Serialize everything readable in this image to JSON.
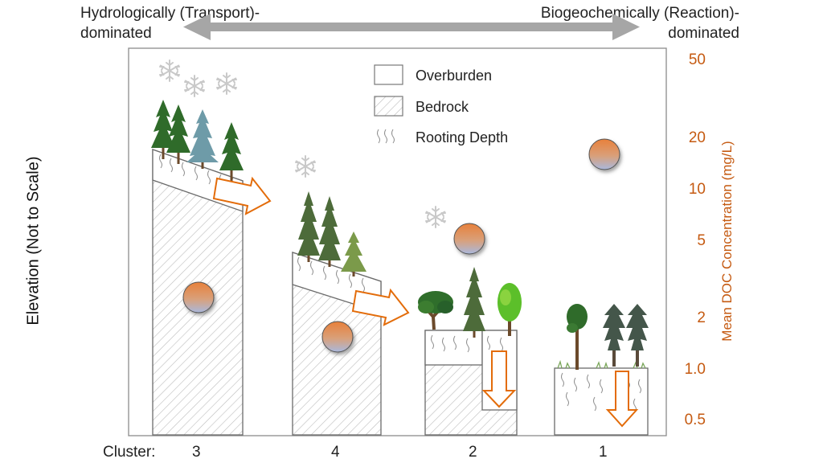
{
  "header": {
    "left_line1": "Hydrologically (Transport)-",
    "left_line2": "dominated",
    "right_line1": "Biogeochemically (Reaction)-",
    "right_line2": "dominated"
  },
  "legend": {
    "overburden": "Overburden",
    "bedrock": "Bedrock",
    "rooting": "Rooting Depth"
  },
  "axes": {
    "left_label": "Elevation (Not to Scale)",
    "right_label": "Mean DOC Concentration (mg/L)",
    "right_ticks": [
      "50",
      "20",
      "10",
      "5",
      "2",
      "1.0",
      "0.5"
    ]
  },
  "clusters": {
    "prefix": "Cluster:",
    "labels": [
      "3",
      "4",
      "2",
      "1"
    ]
  },
  "colors": {
    "accent": "#c55a11",
    "arrow_gray": "#a6a6a6",
    "bubble_top": "#e8803a",
    "bubble_bottom": "#a9b8dd"
  }
}
